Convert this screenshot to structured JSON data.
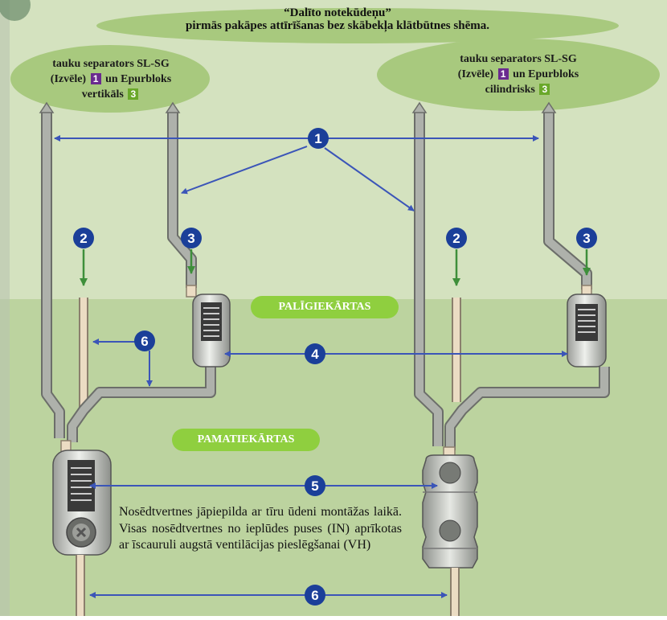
{
  "title": {
    "line1": "“Dalīto notekūdeņu”",
    "line2": "pirmās pakāpes attīrīšanas bez skābekļa klātbūtnes shēma."
  },
  "left_label": {
    "line1": "tauku separators SL-SG",
    "line2_pre": "(Izvēle)",
    "line2_badge": "1",
    "line2_post": "un Epurbloks",
    "line3_pre": "vertikāls",
    "line3_badge": "3"
  },
  "right_label": {
    "line1": "tauku separators SL-SG",
    "line2_pre": "(Izvēle)",
    "line2_badge": "1",
    "line2_post": "un Epurbloks",
    "line3_pre": "cilindrisks",
    "line3_badge": "3"
  },
  "zones": {
    "auxiliary": "PALĪGIEKĀRTAS",
    "main": "PAMATIEKĀRTAS"
  },
  "markers": [
    "1",
    "2",
    "3",
    "2",
    "3",
    "6",
    "4",
    "5",
    "6"
  ],
  "note": "Nosēdtvertnes jāpiepilda ar tīru ūdeni montāžas laikā. Visas nosēdtvertnes no ieplūdes puses (IN) aprīkotas ar īscauruli augstā ventilācijas pieslēgšanai (VH)",
  "colors": {
    "sky": "#d4e2bf",
    "ground": "#bcd39f",
    "ellipse": "#a8c97e",
    "pipe_grey": "#a9aca6",
    "pipe_beige": "#e9dcc4",
    "marker": "#1b3f99",
    "arrow_blue": "#3b55b8",
    "arrow_green": "#3e8f3a",
    "pill": "#8fcf3f",
    "badge_purple": "#6a2a8f",
    "badge_green": "#6aa82a"
  }
}
